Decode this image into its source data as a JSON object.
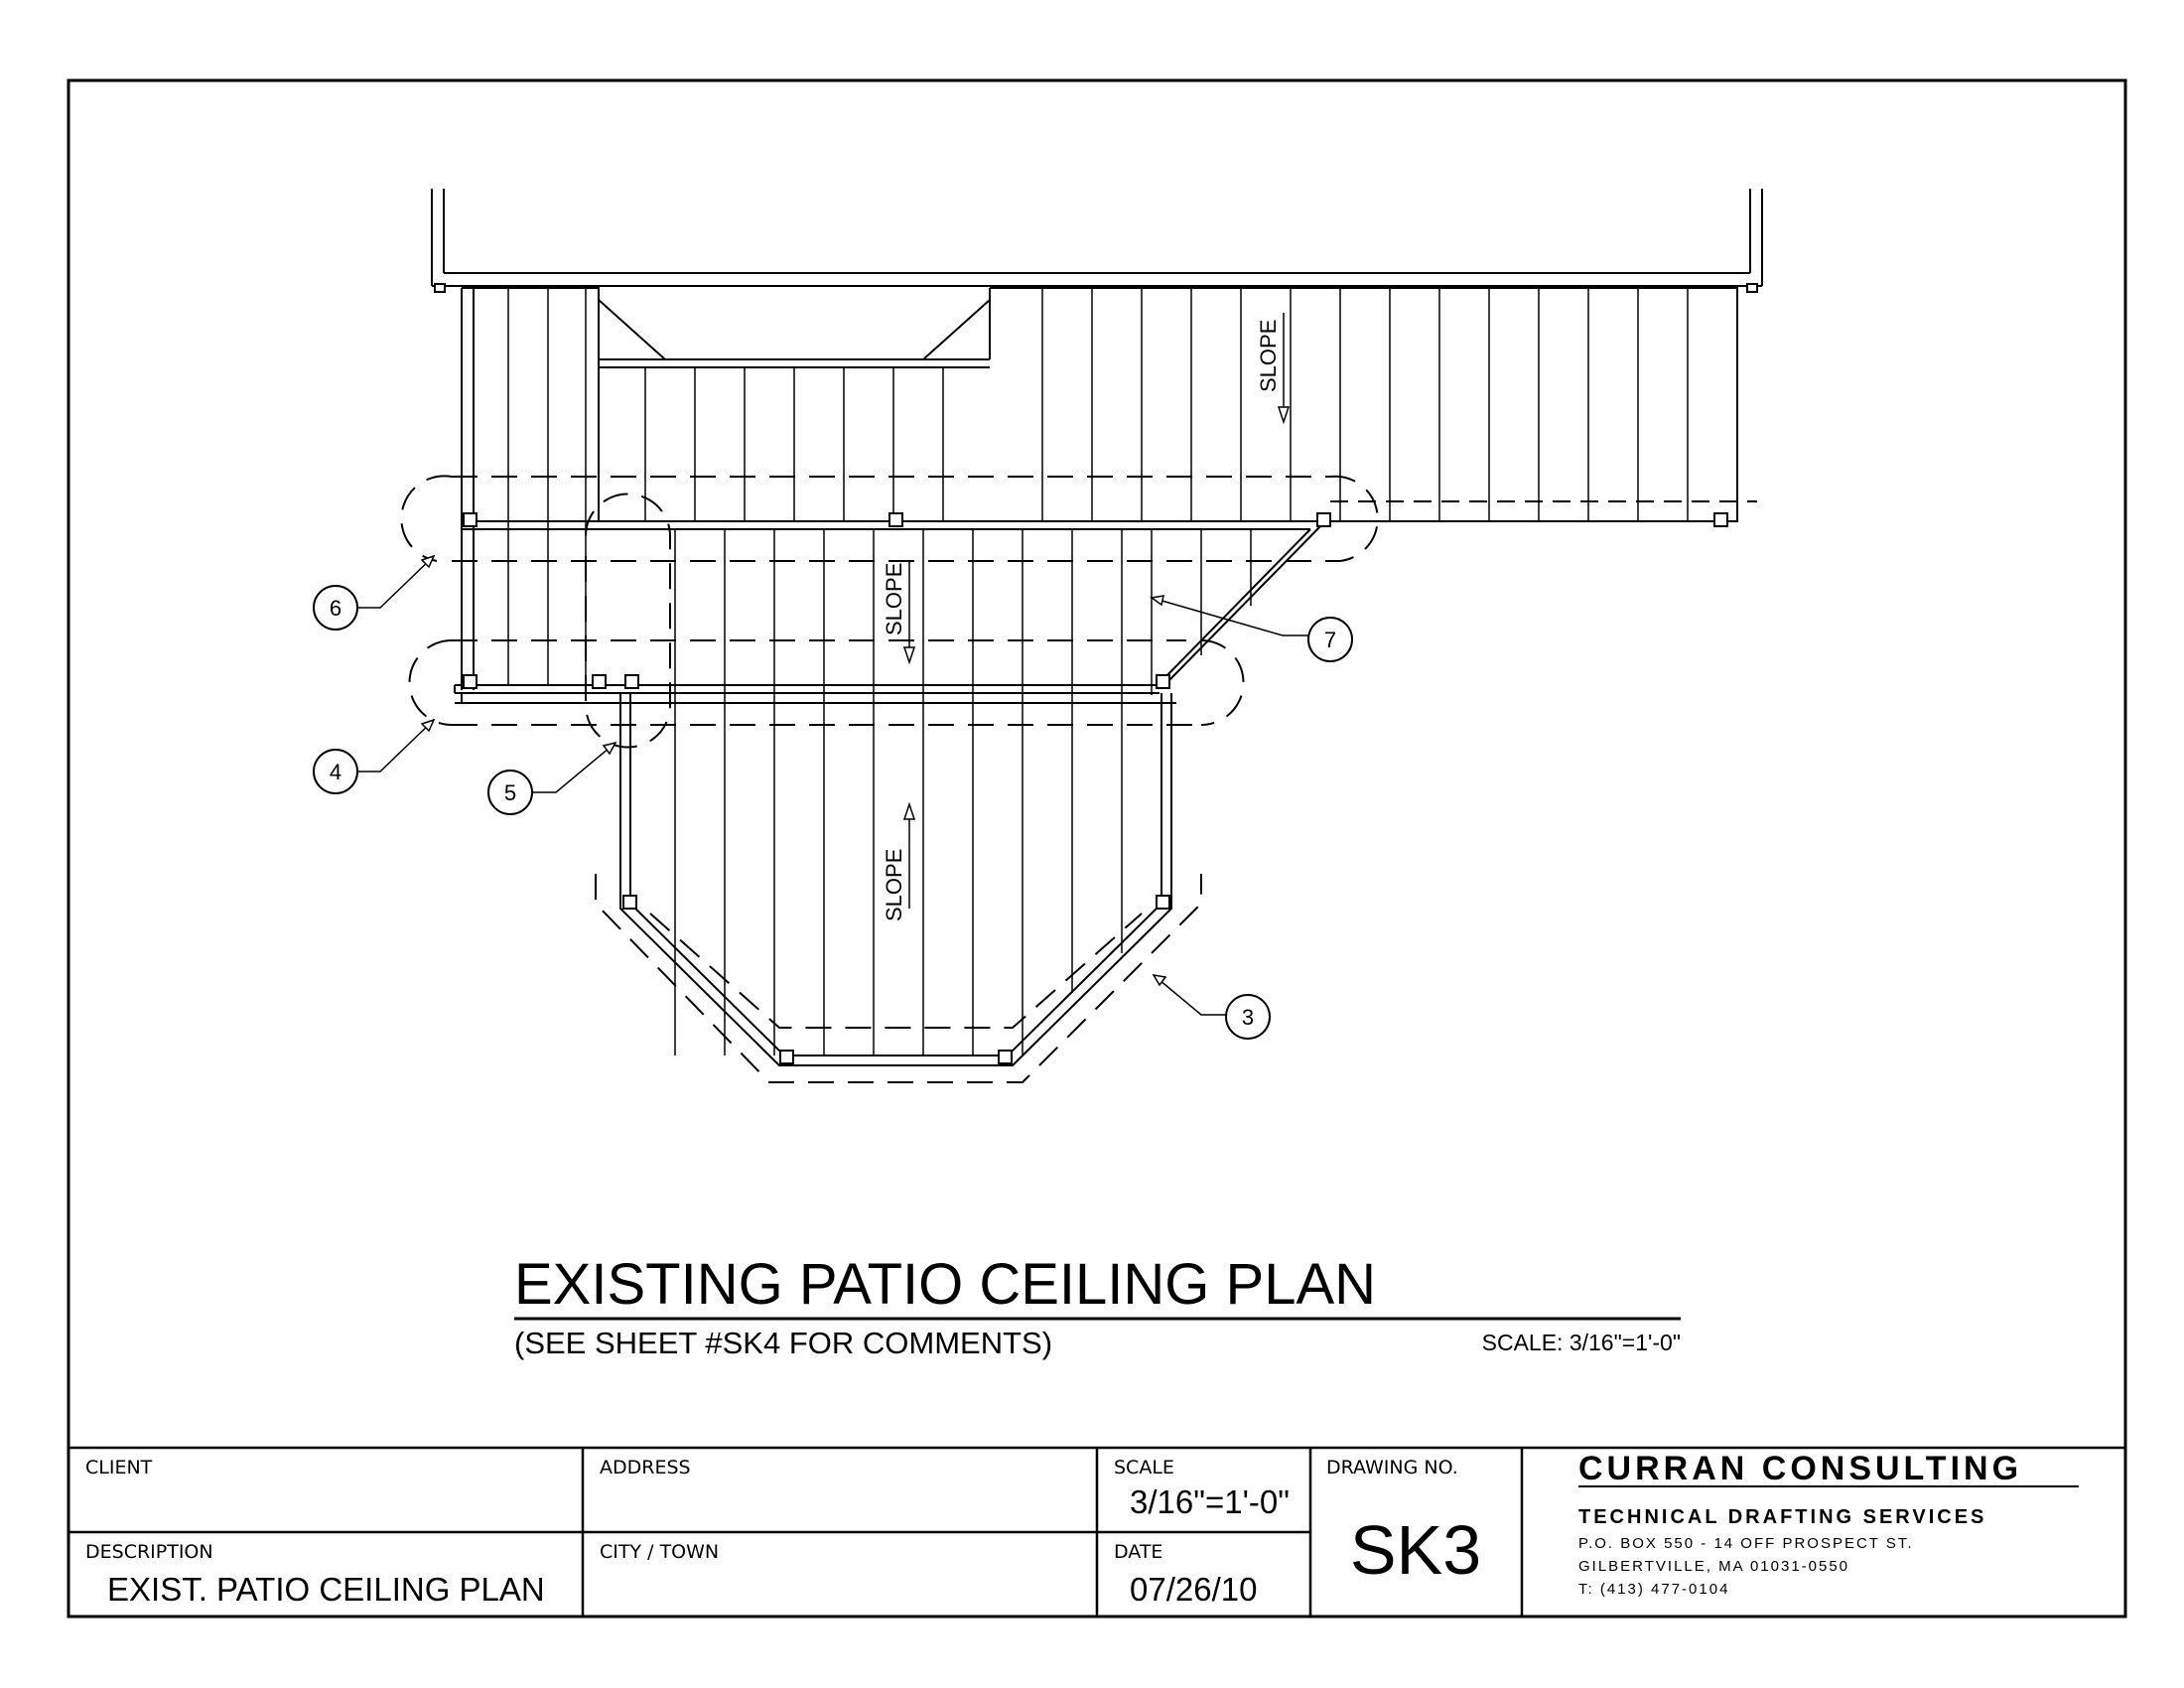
{
  "drawing": {
    "title": "EXISTING PATIO CEILING PLAN",
    "subtitle": "(SEE SHEET #SK4 FOR COMMENTS)",
    "scale_note": "SCALE: 3/16\"=1'-0\"",
    "slope_labels": [
      "SLOPE",
      "SLOPE",
      "SLOPE"
    ],
    "callouts": [
      "6",
      "4",
      "5",
      "7",
      "3"
    ]
  },
  "title_block": {
    "client_label": "CLIENT",
    "client_value": "",
    "address_label": "ADDRESS",
    "address_value": "",
    "scale_label": "SCALE",
    "scale_value": "3/16\"=1'-0\"",
    "drawing_no_label": "DRAWING NO.",
    "drawing_no_value": "SK3",
    "description_label": "DESCRIPTION",
    "description_value": "EXIST. PATIO CEILING PLAN",
    "city_label": "CITY / TOWN",
    "city_value": "",
    "date_label": "DATE",
    "date_value": "07/26/10",
    "company": {
      "name": "CURRAN CONSULTING",
      "tagline": "TECHNICAL DRAFTING SERVICES",
      "address_line1": "P.O. BOX 550 - 14 OFF PROSPECT ST.",
      "address_line2": "GILBERTVILLE, MA 01031-0550",
      "phone": "T: (413) 477-0104"
    }
  }
}
